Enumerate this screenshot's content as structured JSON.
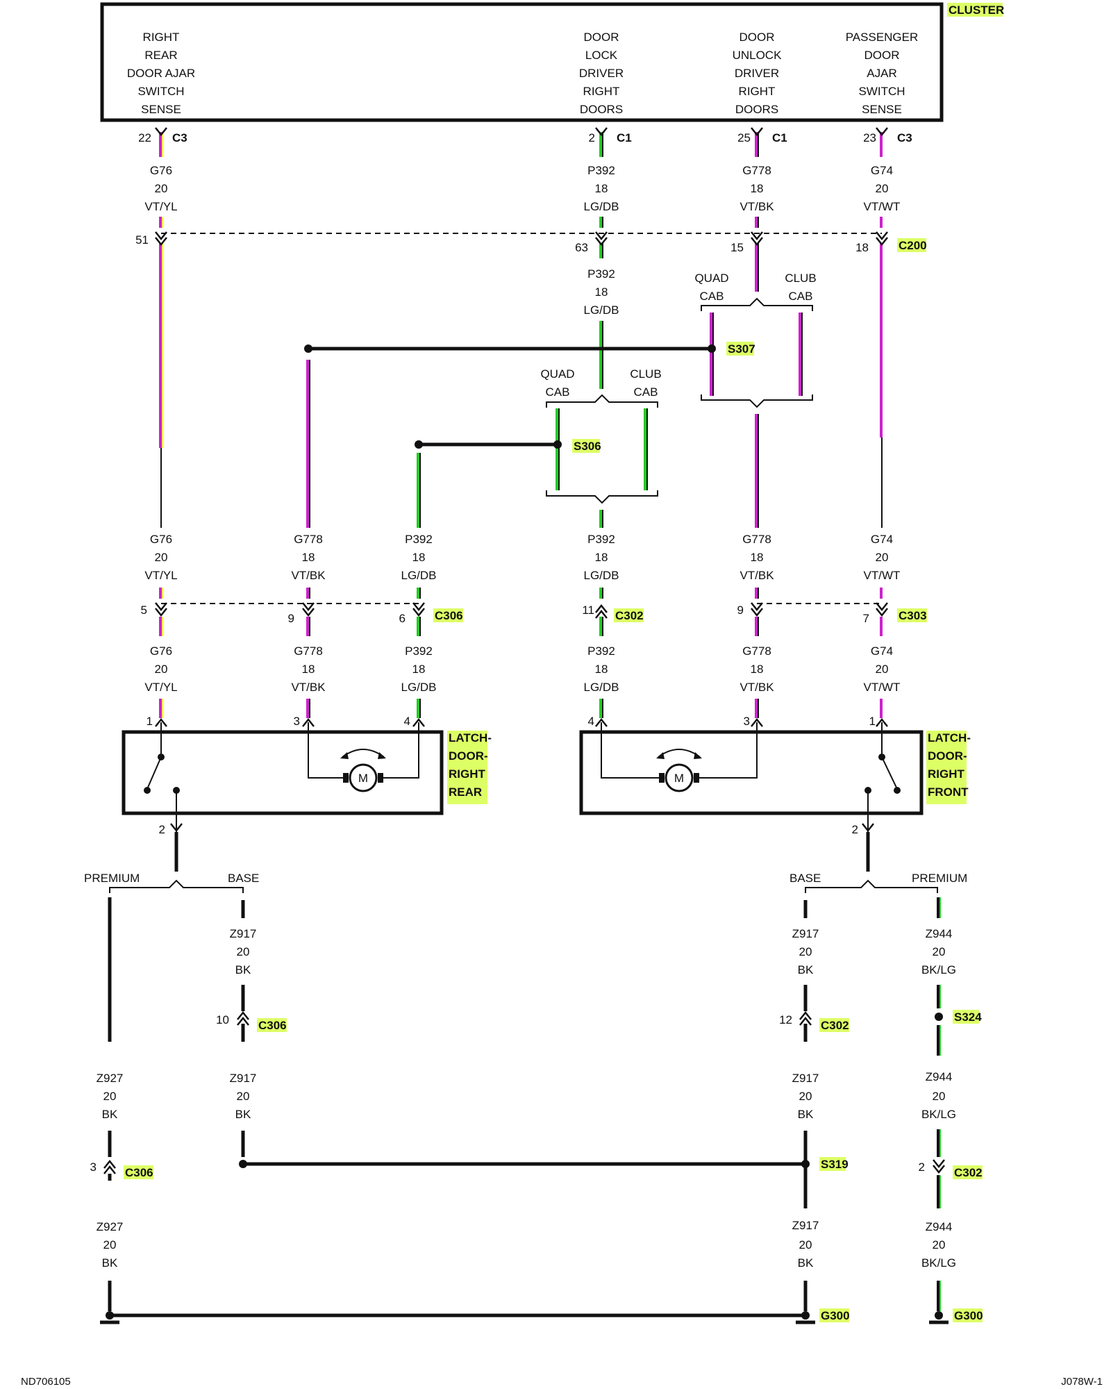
{
  "colors": {
    "violet": "#cc22cc",
    "yellow": "#ffee44",
    "lightgreen": "#22cc22",
    "black": "#111111",
    "white": "#ffffff",
    "tag_highlight": "#ddff66"
  },
  "cluster": {
    "title": "CLUSTER",
    "pins": [
      [
        "RIGHT",
        "REAR",
        "DOOR AJAR",
        "SWITCH",
        "SENSE"
      ],
      [
        "DOOR",
        "LOCK",
        "DRIVER",
        "RIGHT",
        "DOORS"
      ],
      [
        "DOOR",
        "UNLOCK",
        "DRIVER",
        "RIGHT",
        "DOORS"
      ],
      [
        "PASSENGER",
        "DOOR",
        "AJAR",
        "SWITCH",
        "SENSE"
      ]
    ],
    "connectors": [
      {
        "pin": "22",
        "conn": "C3"
      },
      {
        "pin": "2",
        "conn": "C1"
      },
      {
        "pin": "25",
        "conn": "C1"
      },
      {
        "pin": "23",
        "conn": "C3"
      }
    ]
  },
  "wire_labels": {
    "top": [
      [
        "G76",
        "20",
        "VT/YL"
      ],
      [
        "P392",
        "18",
        "LG/DB"
      ],
      [
        "G778",
        "18",
        "VT/BK"
      ],
      [
        "G74",
        "20",
        "VT/WT"
      ]
    ],
    "below_c200": [
      "P392",
      "18",
      "LG/DB"
    ],
    "mid": [
      [
        "G76",
        "20",
        "VT/YL"
      ],
      [
        "G778",
        "18",
        "VT/BK"
      ],
      [
        "P392",
        "18",
        "LG/DB"
      ],
      [
        "P392",
        "18",
        "LG/DB"
      ],
      [
        "G778",
        "18",
        "VT/BK"
      ],
      [
        "G74",
        "20",
        "VT/WT"
      ]
    ],
    "low": [
      [
        "G76",
        "20",
        "VT/YL"
      ],
      [
        "G778",
        "18",
        "VT/BK"
      ],
      [
        "P392",
        "18",
        "LG/DB"
      ],
      [
        "P392",
        "18",
        "LG/DB"
      ],
      [
        "G778",
        "18",
        "VT/BK"
      ],
      [
        "G74",
        "20",
        "VT/WT"
      ]
    ],
    "ground": {
      "z917_upper_left": [
        "Z917",
        "20",
        "BK"
      ],
      "z917_lower_left": [
        "Z917",
        "20",
        "BK"
      ],
      "z927_upper": [
        "Z927",
        "20",
        "BK"
      ],
      "z927_lower": [
        "Z927",
        "20",
        "BK"
      ],
      "z917_upper_right": [
        "Z917",
        "20",
        "BK"
      ],
      "z917_mid_right": [
        "Z917",
        "20",
        "BK"
      ],
      "z917_lower_right": [
        "Z917",
        "20",
        "BK"
      ],
      "z944_upper": [
        "Z944",
        "20",
        "BK/LG"
      ],
      "z944_mid": [
        "Z944",
        "20",
        "BK/LG"
      ],
      "z944_lower": [
        "Z944",
        "20",
        "BK/LG"
      ]
    }
  },
  "c200": {
    "name": "C200",
    "pins": [
      "51",
      "63",
      "15",
      "18"
    ]
  },
  "splices": {
    "s307": "S307",
    "s306": "S306",
    "s324": "S324",
    "s319": "S319"
  },
  "options": {
    "quad_cab": [
      "QUAD",
      "CAB"
    ],
    "club_cab": [
      "CLUB",
      "CAB"
    ],
    "premium": "PREMIUM",
    "base": "BASE"
  },
  "mid_connectors": {
    "c306": {
      "name": "C306",
      "pins": [
        "5",
        "9",
        "6"
      ]
    },
    "c302": {
      "name": "C302",
      "pin": "11"
    },
    "c303": {
      "name": "C303",
      "pins": [
        "9",
        "7"
      ]
    }
  },
  "latch_rear": {
    "title": [
      "LATCH-",
      "DOOR-",
      "RIGHT",
      "REAR"
    ],
    "pins": [
      "1",
      "3",
      "4"
    ],
    "ground_pin": "2",
    "motor": "M"
  },
  "latch_front": {
    "title": [
      "LATCH-",
      "DOOR-",
      "RIGHT",
      "FRONT"
    ],
    "pins": [
      "4",
      "3",
      "1"
    ],
    "ground_pin": "2",
    "motor": "M"
  },
  "ground_connectors": {
    "c306_z917": {
      "pin": "10",
      "name": "C306"
    },
    "c306_z927": {
      "pin": "3",
      "name": "C306"
    },
    "c302_z917": {
      "pin": "12",
      "name": "C302"
    },
    "c302_z944": {
      "pin": "2",
      "name": "C302"
    }
  },
  "grounds": {
    "g300_left": "G300",
    "g300_right": "G300"
  },
  "footer": {
    "left": "ND706105",
    "right": "J078W-1"
  }
}
